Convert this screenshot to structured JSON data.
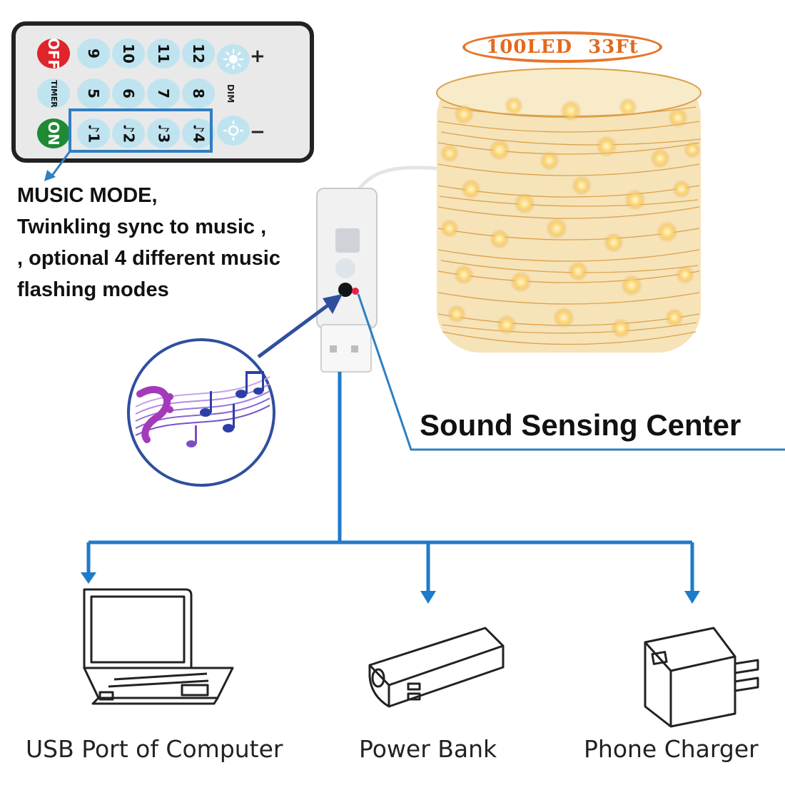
{
  "badge": {
    "text": "100LED  33Ft"
  },
  "remote": {
    "buttons": [
      {
        "label": "OFF",
        "style": "red"
      },
      {
        "label": "9"
      },
      {
        "label": "10"
      },
      {
        "label": "11"
      },
      {
        "label": "12"
      },
      {
        "label": "TIMER",
        "style": "small"
      },
      {
        "label": "5"
      },
      {
        "label": "6"
      },
      {
        "label": "7"
      },
      {
        "label": "8"
      },
      {
        "label": "ON",
        "style": "green"
      },
      {
        "label": "♪1"
      },
      {
        "label": "♪2"
      },
      {
        "label": "♪3"
      },
      {
        "label": "♪4"
      }
    ],
    "plus_label": "+",
    "minus_label": "−",
    "dim_label": "DIM"
  },
  "music_mode": {
    "lines": [
      "MUSIC MODE,",
      "Twinkling sync to music ,",
      ", optional 4 different music",
      "flashing modes"
    ]
  },
  "sound_sensing": {
    "label": "Sound Sensing Center"
  },
  "devices": [
    {
      "label": "USB Port of Computer"
    },
    {
      "label": "Power Bank"
    },
    {
      "label": "Phone Charger"
    }
  ],
  "colors": {
    "arrow_blue": "#1e7bc9",
    "highlight_blue": "#2f7fc1",
    "circle_blue": "#2f4f9e",
    "badge_orange": "#e8742a",
    "light_gold": "#e6a63a"
  }
}
